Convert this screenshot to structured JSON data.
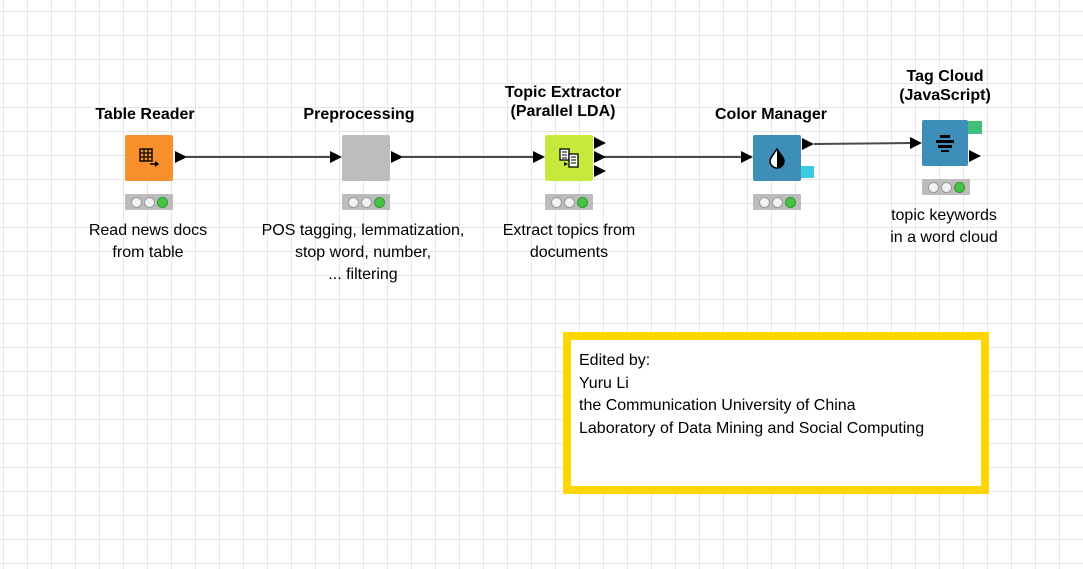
{
  "nodes": [
    {
      "title": "Table Reader",
      "description": "Read news docs\nfrom table",
      "color": "#f7902b",
      "icon": "table-reader-icon"
    },
    {
      "title": "Preprocessing",
      "description": "POS tagging, lemmatization,\nstop word, number,\n... filtering",
      "color": "#bdbdbd",
      "icon": "metanode-icon"
    },
    {
      "title": "Topic Extractor\n(Parallel LDA)",
      "description": "Extract topics from\ndocuments",
      "color": "#c6e93b",
      "icon": "topic-extractor-icon"
    },
    {
      "title": "Color Manager",
      "description": "",
      "color": "#3d8eb9",
      "icon": "color-drop-icon"
    },
    {
      "title": "Tag Cloud\n(JavaScript)",
      "description": "topic keywords\nin a word cloud",
      "color": "#3d8eb9",
      "icon": "tag-cloud-icon"
    }
  ],
  "annotation": {
    "lines": [
      "Edited by:",
      "",
      "Yuru Li",
      "the Communication University of China",
      "Laboratory of Data Mining and Social Computing"
    ],
    "border_color": "#ffd700"
  },
  "status_colors": {
    "executed": "#46c346"
  }
}
